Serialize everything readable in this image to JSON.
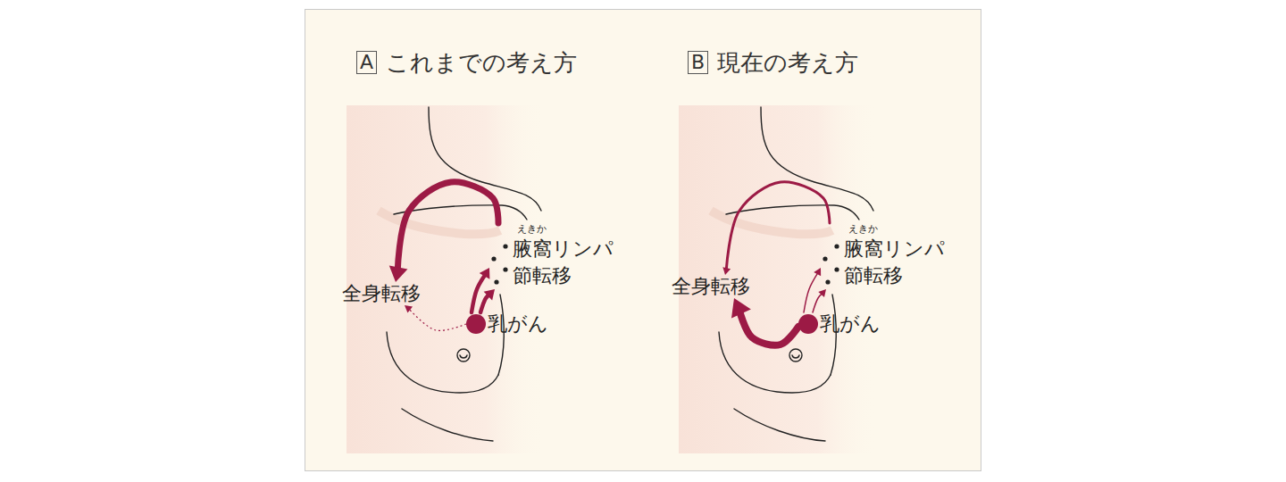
{
  "diagram": {
    "nodes": [
      {
        "text": [
          "A"
        ]
      },
      {
        "text": [
          "乳がん"
        ]
      },
      {
        "text": [
          "えきか",
          "腋窩リンパ 節転移"
        ]
      },
      {
        "text": [
          "全身転移"
        ]
      },
      {
        "text": [
          "B"
        ]
      },
      {
        "text": [
          "乳がん"
        ]
      },
      {
        "text": [
          "えきか",
          "腋窩リンパ 節転移"
        ]
      },
      {
        "text": [
          "全身転移"
        ]
      }
    ],
    "edges": [
      {
        "from": 1,
        "to": 2,
        "arrow": "to"
      },
      {
        "from": 1,
        "to": 2,
        "arrow": "to"
      },
      {
        "from": 2,
        "to": 3,
        "arrow": "to"
      },
      {
        "from": 1,
        "to": 3,
        "arrow": "to"
      },
      {
        "from": 5,
        "to": 6,
        "arrow": "to"
      },
      {
        "from": 5,
        "to": 6,
        "arrow": "to"
      },
      {
        "from": 6,
        "to": 7,
        "arrow": "to"
      },
      {
        "from": 5,
        "to": 7,
        "arrow": "to"
      }
    ],
    "labels": [
      "これまでの考え方",
      "現在の考え方"
    ]
  }
}
